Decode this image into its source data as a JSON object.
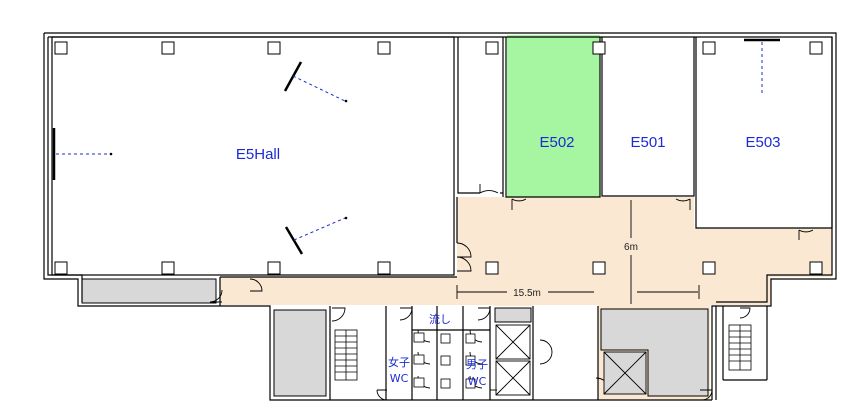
{
  "rooms": {
    "hall": "E5Hall",
    "e502": "E502",
    "e501": "E501",
    "e503": "E503"
  },
  "facilities": {
    "sink": "流し",
    "women_wc_line1": "女子",
    "women_wc_line2": "WC",
    "men_wc_line1": "男子",
    "men_wc_line2": "WC"
  },
  "dimensions": {
    "length": "15.5m",
    "width": "6m"
  },
  "colors": {
    "highlight_room": "#a6f5a0",
    "corridor": "#fbe8d3",
    "stairwell": "#d8d8d8",
    "label_text": "#1a2bd6",
    "wall": "#000000"
  }
}
